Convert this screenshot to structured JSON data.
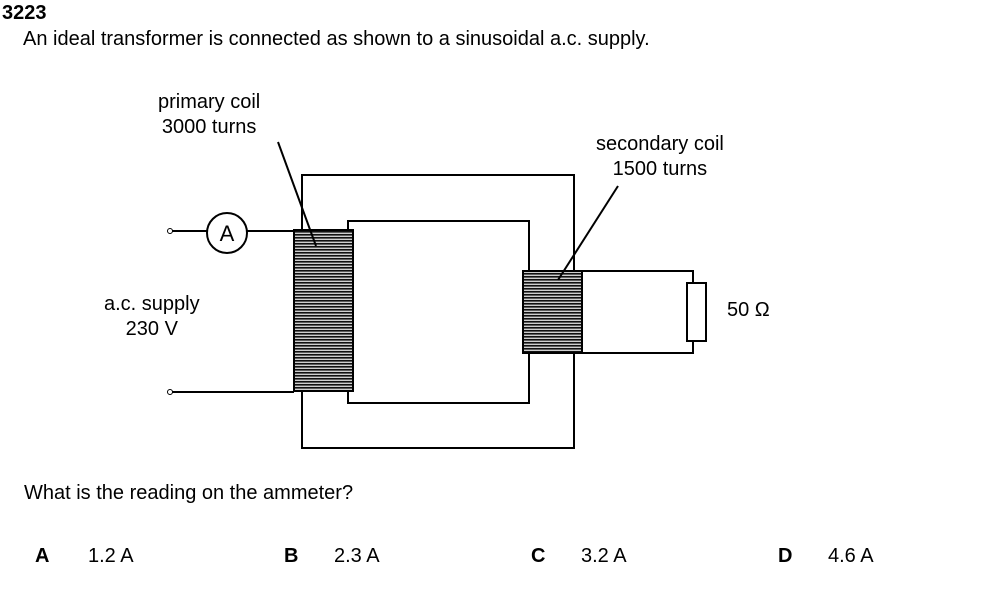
{
  "question_number": "3223",
  "stem": "An ideal transformer is connected as shown to a sinusoidal a.c. supply.",
  "diagram": {
    "primary_label_line1": "primary coil",
    "primary_label_line2": "3000 turns",
    "secondary_label_line1": "secondary coil",
    "secondary_label_line2": "1500 turns",
    "supply_label_line1": "a.c. supply",
    "supply_label_line2": "230 V",
    "ammeter_symbol": "A",
    "resistor_label": "50 Ω"
  },
  "question": "What is the reading on the ammeter?",
  "options": [
    {
      "letter": "A",
      "value": "1.2 A"
    },
    {
      "letter": "B",
      "value": "2.3 A"
    },
    {
      "letter": "C",
      "value": "3.2 A"
    },
    {
      "letter": "D",
      "value": "4.6 A"
    }
  ]
}
